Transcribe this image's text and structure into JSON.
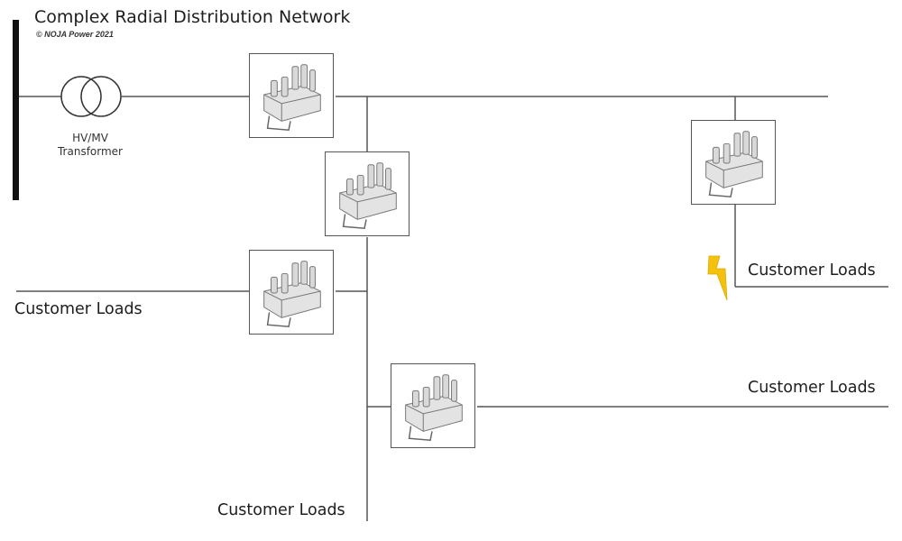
{
  "title": "Complex Radial Distribution Network",
  "copyright": "© NOJA Power 2021",
  "transformer": {
    "label_line1": "HV/MV",
    "label_line2": "Transformer"
  },
  "loads": {
    "left": "Customer Loads",
    "right_upper": "Customer Loads",
    "right_lower": "Customer Loads",
    "bottom": "Customer Loads"
  },
  "icons": {
    "recloser": "recloser-icon",
    "fault": "lightning-bolt-icon",
    "transformer": "transformer-symbol-icon"
  },
  "colors": {
    "line": "#555555",
    "busbar": "#111111",
    "fault": "#f4c20d"
  }
}
